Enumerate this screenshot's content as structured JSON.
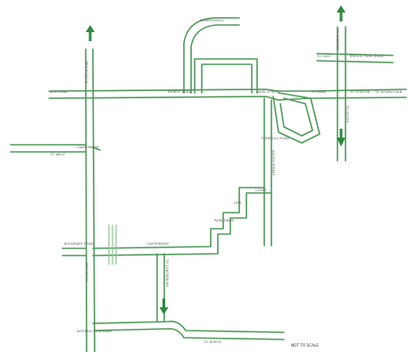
{
  "labels": {
    "road_top_left_vertical": "NEW ROAD N",
    "road_top_center": "SUMMERSHILL",
    "road_left_junction": "BOX ROAD",
    "road_mid_junction": "MERRIT ROAD",
    "road_center_right": "MAIN STREET",
    "road_right_north": "TO SUNPORT",
    "road_right_top": "BRIDGE PARK ROAD",
    "road_right_top2": "TO EAST",
    "road_east_a": "TO ROAD",
    "road_east_b": "TO DOWNTOWN",
    "road_east_c": "TO STATION",
    "road_south_right": "TO SOUTH",
    "road_left_mid": "CANTERBURY",
    "road_left_west": "TO WEST",
    "road_center_vertical": "SOUTH STREET",
    "road_center_right2": "TURNBULL ROAD",
    "road_center_small1": "COURT",
    "road_center_small2": "LINK",
    "road_center_small3": "PARK DRIVE",
    "road_lower_left": "BOUNDARY ROAD",
    "road_lower_center": "CANTERBURY",
    "road_left_lower_vertical": "NEW ROAD",
    "road_center_lower_vertical": "TO CANTERBURY",
    "road_bottom_left": "INTERSECTION RAMP",
    "road_bottom_center": "TO NORTH",
    "note": "NOT TO SCALE"
  },
  "colors": {
    "road": "#4f9a5a",
    "road_light": "#8cc493",
    "arrow": "#2d8a3c",
    "text": "#5a5a5a"
  }
}
